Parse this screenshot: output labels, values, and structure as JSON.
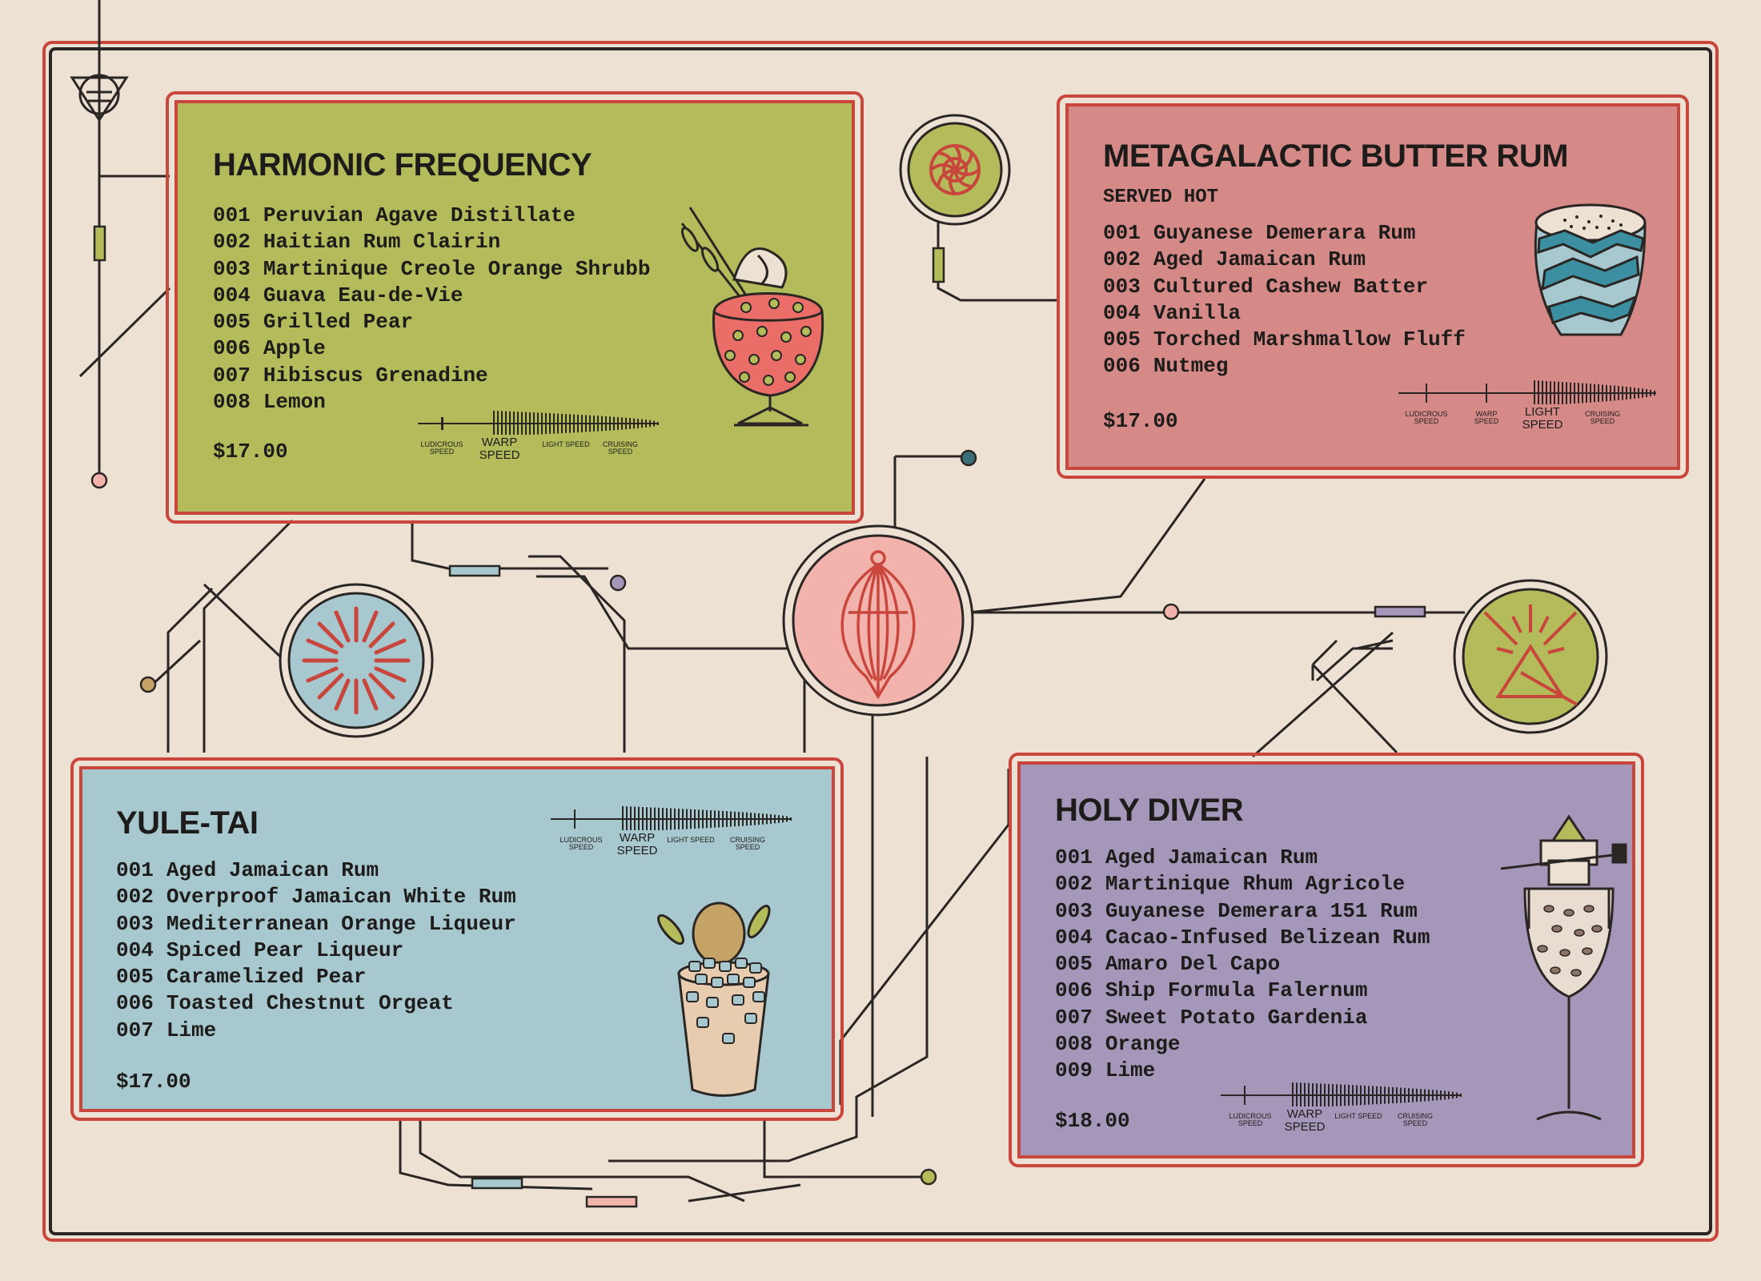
{
  "colors": {
    "background": "#ede1d3",
    "frame_red": "#c9463c",
    "line_dark": "#2a2624",
    "green_card": "#b3bb5b",
    "pink_card": "#d58a88",
    "blue_card": "#a6c8ce",
    "purple_card": "#a597ba"
  },
  "icons": {
    "logo": "triangle-seal-icon",
    "node_flower": "red-flower-icon",
    "node_burst": "red-burst-icon",
    "node_bulb": "red-bulb-icon",
    "node_triangle": "triangle-rays-icon"
  },
  "speed_scale": {
    "ludicrous": "LUDICROUS SPEED",
    "warp": "WARP SPEED",
    "light": "LIGHT SPEED",
    "cruising": "CRUISING SPEED"
  },
  "cards": {
    "harmonic": {
      "title": "HARMONIC FREQUENCY",
      "price": "$17.00",
      "ingredients": [
        {
          "num": "001",
          "name": "Peruvian Agave Distillate"
        },
        {
          "num": "002",
          "name": "Haitian Rum Clairin"
        },
        {
          "num": "003",
          "name": "Martinique Creole Orange Shrubb"
        },
        {
          "num": "004",
          "name": "Guava Eau-de-Vie"
        },
        {
          "num": "005",
          "name": "Grilled Pear"
        },
        {
          "num": "006",
          "name": "Apple"
        },
        {
          "num": "007",
          "name": "Hibiscus Grenadine"
        },
        {
          "num": "008",
          "name": "Lemon"
        }
      ],
      "speed_highlight": "warp"
    },
    "metagalactic": {
      "title": "METAGALACTIC BUTTER RUM",
      "subtitle": "SERVED HOT",
      "price": "$17.00",
      "ingredients": [
        {
          "num": "001",
          "name": "Guyanese Demerara Rum"
        },
        {
          "num": "002",
          "name": "Aged Jamaican Rum"
        },
        {
          "num": "003",
          "name": "Cultured Cashew Batter"
        },
        {
          "num": "004",
          "name": "Vanilla"
        },
        {
          "num": "005",
          "name": "Torched Marshmallow Fluff"
        },
        {
          "num": "006",
          "name": "Nutmeg"
        }
      ],
      "speed_highlight": "light"
    },
    "yuletai": {
      "title": "YULE-TAI",
      "price": "$17.00",
      "ingredients": [
        {
          "num": "001",
          "name": "Aged Jamaican Rum"
        },
        {
          "num": "002",
          "name": "Overproof Jamaican White Rum"
        },
        {
          "num": "003",
          "name": "Mediterranean Orange Liqueur"
        },
        {
          "num": "004",
          "name": "Spiced Pear Liqueur"
        },
        {
          "num": "005",
          "name": "Caramelized Pear"
        },
        {
          "num": "006",
          "name": "Toasted Chestnut Orgeat"
        },
        {
          "num": "007",
          "name": "Lime"
        }
      ],
      "speed_highlight": "warp"
    },
    "holydiver": {
      "title": "HOLY DIVER",
      "price": "$18.00",
      "ingredients": [
        {
          "num": "001",
          "name": "Aged Jamaican Rum"
        },
        {
          "num": "002",
          "name": "Martinique Rhum Agricole"
        },
        {
          "num": "003",
          "name": "Guyanese Demerara 151 Rum"
        },
        {
          "num": "004",
          "name": "Cacao-Infused Belizean Rum"
        },
        {
          "num": "005",
          "name": "Amaro Del Capo"
        },
        {
          "num": "006",
          "name": "Ship Formula Falernum"
        },
        {
          "num": "007",
          "name": "Sweet Potato Gardenia"
        },
        {
          "num": "008",
          "name": "Orange"
        },
        {
          "num": "009",
          "name": "Lime"
        }
      ],
      "speed_highlight": "warp"
    }
  }
}
